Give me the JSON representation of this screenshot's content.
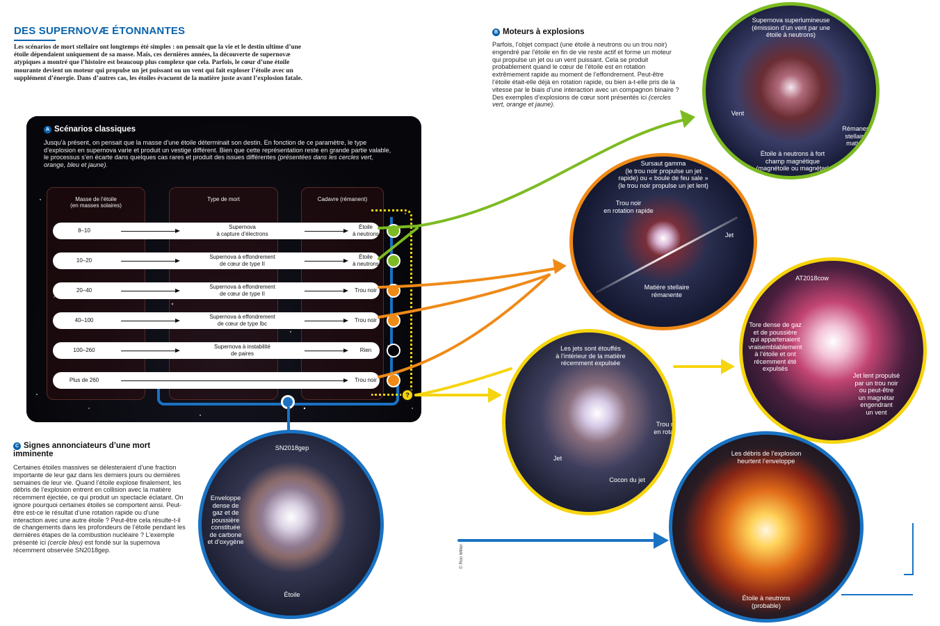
{
  "title": "DES SUPERNOVÆ ÉTONNANTES",
  "intro": "Les scénarios de mort stellaire ont longtemps été simples : on pensait que la vie et le destin ultime d’une étoile dépendaient uniquement de sa masse. Mais, ces dernières années, la découverte de supernovæ atypiques a montré que l’histoire est beaucoup plus complexe que cela. Parfois, le cœur d’une étoile mourante devient un moteur qui propulse un jet puissant ou un vent qui fait exploser l’étoile avec un supplément d’énergie. Dans d’autres cas, les étoiles évacuent de la matière juste avant l’explosion fatale.",
  "sectionA": {
    "badge": "A",
    "heading": "Scénarios classiques",
    "text": "Jusqu’à présent, on pensait que la masse d’une étoile déterminait son destin. En fonction de ce paramètre, le type d’explosion en supernova varie et produit un vestige différent. Bien que cette représentation reste en grande partie valable, le processus s’en écarte dans quelques cas rares et produit des issues différentes",
    "text_italic": "(présentées dans les cercles vert, orange, bleu et jaune).",
    "col_mass": "Masse de l’étoile\n(en masses solaires)",
    "col_type": "Type de mort",
    "col_remnant": "Cadavre (rémanent)",
    "rows": [
      {
        "mass": "8–10",
        "type": "Supernova\nà capture d’électrons",
        "remnant": "Étoile\nà neutrons",
        "color": "#7dbb22"
      },
      {
        "mass": "10–20",
        "type": "Supernova à effondrement\nde cœur de type II",
        "remnant": "Étoile\nà neutrons",
        "color": "#7dbb22"
      },
      {
        "mass": "20–40",
        "type": "Supernova à effondrement\nde cœur de type II",
        "remnant": "Trou noir",
        "color": "#ef8a17"
      },
      {
        "mass": "40–100",
        "type": "Supernova à effondrement\nde cœur de type Ibc",
        "remnant": "Trou noir",
        "color": "#ef8a17"
      },
      {
        "mass": "100–260",
        "type": "Supernova à instabilité\nde paires",
        "remnant": "Rien",
        "color": "#ffffff"
      },
      {
        "mass": "Plus de 260",
        "type": "",
        "remnant": "Trou noir",
        "color": "#ef8a17"
      }
    ],
    "question_mark": "?"
  },
  "sectionB": {
    "badge": "B",
    "heading": "Moteurs à explosions",
    "text": "Parfois, l’objet compact (une étoile à neutrons ou un trou noir) engendré par l’étoile en fin de vie reste actif et forme un moteur qui propulse un jet ou un vent puissant. Cela se produit probablement quand le cœur de l’étoile est en rotation extrêmement rapide au moment de l’effondrement. Peut-être l’étoile était-elle déjà en rotation rapide, ou bien a-t-elle pris de la vitesse par le biais d’une interaction avec un compagnon binaire ? Des exemples d’explosions de cœur sont présentés ici",
    "text_italic": "(cercles vert, orange et jaune)."
  },
  "sectionC": {
    "badge": "C",
    "heading": "Signes annonciateurs d’une mort imminente",
    "text": "Certaines étoiles massives se délesteraient d’une fraction importante de leur gaz dans les derniers jours ou dernières semaines de leur vie. Quand l’étoile explose finalement, les débris de l’explosion entrent en collision avec la matière récemment éjectée, ce qui produit un spectacle éclatant. On ignore pourquoi certaines étoiles se comportent ainsi. Peut-être est-ce le résultat d’une rotation rapide ou d’une interaction avec une autre étoile ? Peut-être cela résulte-t-il de changements dans les profondeurs de l’étoile pendant les dernières étapes de la combustion nucléaire ? L’exemple présenté ici",
    "text_italic": "(cercle bleu)",
    "text_end": "est fondé sur la supernova récemment observée SN2018gep."
  },
  "circles": {
    "green": {
      "title": "Supernova superlumineuse\n(émission d’un vent par une\nétoile à neutrons)",
      "vent": "Vent",
      "remnant": "Rémanent\nstellaire/\nmatière",
      "star": "Étoile à neutrons à fort\nchamp magnétique\n(magnétoile ou magnétar)",
      "color": "#7dbb22"
    },
    "orange": {
      "title": "Sursaut gamma\n(le trou noir propulse un jet\nrapide) ou « boule de feu sale »\n(le trou noir propulse un jet lent)",
      "hole": "Trou noir\nen rotation rapide",
      "jet": "Jet",
      "matter": "Matière stellaire\nrémanente",
      "color": "#ef8a17"
    },
    "yellow_left": {
      "title": "Les jets sont étouffés\nà l’intérieur de la matière\nrécemment expulsée",
      "hole": "Trou noir\nen rotation",
      "jet": "Jet",
      "cocoon": "Cocon du jet",
      "color": "#f6d40e"
    },
    "yellow_right": {
      "title": "AT2018cow",
      "torus": "Tore dense de gaz\net de poussière\nqui appartenaient\nvraisemblablement\nà l’étoile et ont\nrécemment été\nexpulsés",
      "jet": "Jet lent propulsé\npar un trou noir\nou peut-être\nun magnétar\nengendrant\nun vent",
      "color": "#f6d40e"
    },
    "blue_left": {
      "title": "SN2018gep",
      "envelope": "Enveloppe\ndense de\ngaz et de\npoussière\nconstituée\nde carbone\net d’oxygène",
      "star": "Étoile",
      "color": "#1a72c2"
    },
    "blue_right": {
      "title": "Les débris de l’explosion\nheurtent l’enveloppe",
      "star": "Étoile à neutrons\n(probable)",
      "color": "#1a72c2"
    }
  },
  "credit": "© Ron Miller"
}
